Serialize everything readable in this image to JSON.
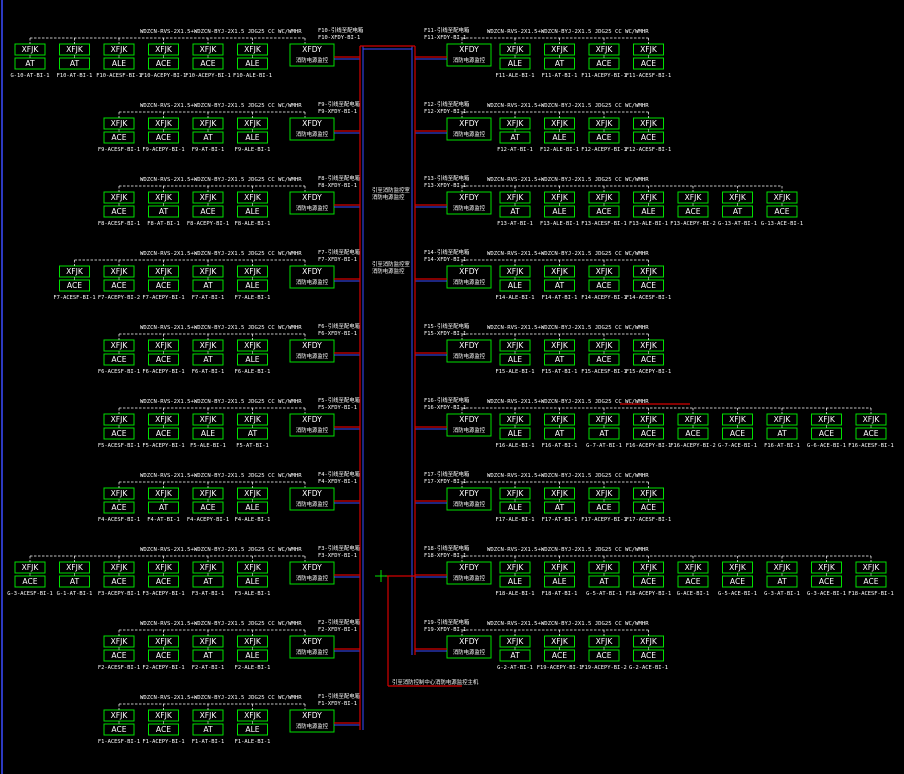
{
  "drawing": {
    "left_edge_color": "#3a4cff",
    "riser_color": "#d40000",
    "module_color": "#00e000",
    "module_top_label": "XFJK",
    "panel_label": "XFDY",
    "panel_sub": "消防电源监控",
    "riser_caption_1": "引至消防监控室",
    "riser_caption_2": "消防电源监控",
    "bottom_note": "引至消防控制中心消防电源监控主机",
    "left_rows": [
      {
        "cable": "WDZCN-RVS-2X1.5+WDZCN-BYJ-2X1.5 JDG25 CC WC/WMHR",
        "panel_tag": "F10-XFDY-BI-1",
        "panel_note": "F10-引线至配电箱",
        "modules": [
          "AT",
          "AT",
          "ALE",
          "ACE",
          "ACE",
          "ALE"
        ],
        "labels": [
          "G-10-AT-BI-1",
          "F10-AT-BI-1",
          "F10-ACESF-BI-1",
          "F10-ACEPY-BI-1",
          "F10-ACEPY-BI-1",
          "F10-ALE-BI-1"
        ]
      },
      {
        "cable": "WDZCN-RVS-2X1.5+WDZCN-BYJ-2X1.5 JDG25 CC WC/WMHR",
        "panel_tag": "F9-XFDY-BI-1",
        "panel_note": "F9-引线至配电箱",
        "modules": [
          "ACE",
          "ACE",
          "AT",
          "ALE"
        ],
        "labels": [
          "F9-ACESF-BI-1",
          "F9-ACEPY-BI-1",
          "F9-AT-BI-1",
          "F9-ALE-BI-1"
        ]
      },
      {
        "cable": "WDZCN-RVS-2X1.5+WDZCN-BYJ-2X1.5 JDG25 CC WC/WMHR",
        "panel_tag": "F8-XFDY-BI-1",
        "panel_note": "F8-引线至配电箱",
        "modules": [
          "ACE",
          "AT",
          "ACE",
          "ALE"
        ],
        "labels": [
          "F8-ACESF-BI-1",
          "F8-AT-BI-1",
          "F8-ACEPY-BI-1",
          "F8-ALE-BI-1"
        ]
      },
      {
        "cable": "WDZCN-RVS-2X1.5+WDZCN-BYJ-2X1.5 JDG25 CC WC/WMHR",
        "panel_tag": "F7-XFDY-BI-1",
        "panel_note": "F7-引线至配电箱",
        "modules": [
          "ACE",
          "ACE",
          "ACE",
          "AT",
          "ALE"
        ],
        "labels": [
          "F7-ACESF-BI-1",
          "F7-ACEPY-BI-2",
          "F7-ACEPY-BI-1",
          "F7-AT-BI-1",
          "F7-ALE-BI-1"
        ]
      },
      {
        "cable": "WDZCN-RVS-2X1.5+WDZCN-BYJ-2X1.5 JDG25 CC WC/WMHR",
        "panel_tag": "F6-XFDY-BI-1",
        "panel_note": "F6-引线至配电箱",
        "modules": [
          "ACE",
          "ACE",
          "AT",
          "ALE"
        ],
        "labels": [
          "F6-ACESF-BI-1",
          "F6-ACEPY-BI-1",
          "F6-AT-BI-1",
          "F6-ALE-BI-1"
        ]
      },
      {
        "cable": "WDZCN-RVS-2X1.5+WDZCN-BYJ-2X1.5 JDG25 CC WC/WMHR",
        "panel_tag": "F5-XFDY-BI-1",
        "panel_note": "F5-引线至配电箱",
        "modules": [
          "ACE",
          "ACE",
          "ALE",
          "AT"
        ],
        "labels": [
          "F5-ACESF-BI-1",
          "F5-ACEPY-BI-1",
          "F5-ALE-BI-1",
          "F5-AT-BI-1"
        ]
      },
      {
        "cable": "WDZCN-RVS-2X1.5+WDZCN-BYJ-2X1.5 JDG25 CC WC/WMHR",
        "panel_tag": "F4-XFDY-BI-1",
        "panel_note": "F4-引线至配电箱",
        "modules": [
          "ACE",
          "AT",
          "ACE",
          "ALE"
        ],
        "labels": [
          "F4-ACESF-BI-1",
          "F4-AT-BI-1",
          "F4-ACEPY-BI-1",
          "F4-ALE-BI-1"
        ]
      },
      {
        "cable": "WDZCN-RVS-2X1.5+WDZCN-BYJ-2X1.5 JDG25 CC WC/WMHR",
        "panel_tag": "F3-XFDY-BI-1",
        "panel_note": "F3-引线至配电箱",
        "modules": [
          "ACE",
          "AT",
          "ACE",
          "ACE",
          "AT",
          "ALE"
        ],
        "labels": [
          "G-3-ACESF-BI-1",
          "G-1-AT-BI-1",
          "F3-ACEPY-BI-1",
          "F3-ACEPY-BI-1",
          "F3-AT-BI-1",
          "F3-ALE-BI-1"
        ]
      },
      {
        "cable": "WDZCN-RVS-2X1.5+WDZCN-BYJ-2X1.5 JDG25 CC WC/WMHR",
        "panel_tag": "F2-XFDY-BI-1",
        "panel_note": "F2-引线至配电箱",
        "modules": [
          "ACE",
          "ACE",
          "AT",
          "ALE"
        ],
        "labels": [
          "F2-ACESF-BI-1",
          "F2-ACEPY-BI-1",
          "F2-AT-BI-1",
          "F2-ALE-BI-1"
        ]
      },
      {
        "cable": "WDZCN-RVS-2X1.5+WDZCN-BYJ-2X1.5 JDG25 CC WC/WMHR",
        "panel_tag": "F1-XFDY-BI-1",
        "panel_note": "F1-引线至配电箱",
        "modules": [
          "ACE",
          "ACE",
          "AT",
          "ALE"
        ],
        "labels": [
          "F1-ACESF-BI-1",
          "F1-ACEPY-BI-1",
          "F1-AT-BI-1",
          "F1-ALE-BI-1"
        ]
      }
    ],
    "right_rows": [
      {
        "cable": "WDZCN-RVS-2X1.5+WDZCN-BYJ-2X1.5 JDG25 CC WC/WMHR",
        "panel_tag": "F11-XFDY-BI-1",
        "panel_note": "F11-引线至配电箱",
        "modules": [
          "ALE",
          "AT",
          "ACE",
          "ACE"
        ],
        "labels": [
          "F11-ALE-BI-1",
          "F11-AT-BI-1",
          "F11-ACEPY-BI-1",
          "F11-ACESF-BI-1"
        ]
      },
      {
        "cable": "WDZCN-RVS-2X1.5+WDZCN-BYJ-2X1.5 JDG25 CC WC/WMHR",
        "panel_tag": "F12-XFDY-BI-1",
        "panel_note": "F12-引线至配电箱",
        "modules": [
          "AT",
          "ALE",
          "ACE",
          "ACE"
        ],
        "labels": [
          "F12-AT-BI-1",
          "F12-ALE-BI-1",
          "F12-ACEPY-BI-1",
          "F12-ACESF-BI-1"
        ]
      },
      {
        "cable": "WDZCN-RVS-2X1.5+WDZCN-BYJ-2X1.5 JDG25 CC WC/WMHR",
        "panel_tag": "F13-XFDY-BI-1",
        "panel_note": "F13-引线至配电箱",
        "modules": [
          "AT",
          "ALE",
          "ACE",
          "ALE",
          "ACE",
          "AT",
          "ACE"
        ],
        "labels": [
          "F13-AT-BI-1",
          "F13-ALE-BI-1",
          "F13-ACESF-BI-1",
          "F13-ALE-BI-1",
          "F13-ACEPY-BI-2",
          "G-13-AT-BI-1",
          "G-13-ACE-BI-1"
        ]
      },
      {
        "cable": "WDZCN-RVS-2X1.5+WDZCN-BYJ-2X1.5 JDG25 CC WC/WMHR",
        "panel_tag": "F14-XFDY-BI-1",
        "panel_note": "F14-引线至配电箱",
        "modules": [
          "ALE",
          "AT",
          "ACE",
          "ACE"
        ],
        "labels": [
          "F14-ALE-BI-1",
          "F14-AT-BI-1",
          "F14-ACEPY-BI-1",
          "F14-ACESF-BI-1"
        ]
      },
      {
        "cable": "WDZCN-RVS-2X1.5+WDZCN-BYJ-2X1.5 JDG25 CC WC/WMHR",
        "panel_tag": "F15-XFDY-BI-1",
        "panel_note": "F15-引线至配电箱",
        "modules": [
          "ALE",
          "AT",
          "ACE",
          "ACE"
        ],
        "labels": [
          "F15-ALE-BI-1",
          "F15-AT-BI-1",
          "F15-ACESF-BI-1",
          "F15-ACEPY-BI-1"
        ]
      },
      {
        "cable": "WDZCN-RVS-2X1.5+WDZCN-BYJ-2X1.5 JDG25 CC WC/WMHR",
        "panel_tag": "F16-XFDY-BI-1",
        "panel_note": "F16-引线至配电箱",
        "modules": [
          "ALE",
          "AT",
          "AT",
          "ACE",
          "ACE",
          "ACE",
          "AT",
          "ACE",
          "ACE"
        ],
        "labels": [
          "F16-ALE-BI-1",
          "F16-AT-BI-1",
          "G-7-AT-BI-1",
          "F16-ACEPY-BI-1",
          "F16-ACEPY-BI-2",
          "G-7-ACE-BI-1",
          "F16-AT-BI-1",
          "G-6-ACE-BI-1",
          "F16-ACESF-BI-1"
        ]
      },
      {
        "cable": "WDZCN-RVS-2X1.5+WDZCN-BYJ-2X1.5 JDG25 CC WC/WMHR",
        "panel_tag": "F17-XFDY-BI-1",
        "panel_note": "F17-引线至配电箱",
        "modules": [
          "ALE",
          "AT",
          "ACE",
          "ACE"
        ],
        "labels": [
          "F17-ALE-BI-1",
          "F17-AT-BI-1",
          "F17-ACEPY-BI-1",
          "F17-ACESF-BI-1"
        ]
      },
      {
        "cable": "WDZCN-RVS-2X1.5+WDZCN-BYJ-2X1.5 JDG25 CC WC/WMHR",
        "panel_tag": "F18-XFDY-BI-1",
        "panel_note": "F18-引线至配电箱",
        "modules": [
          "ALE",
          "ALE",
          "AT",
          "ACE",
          "ACE",
          "ACE",
          "AT",
          "ACE",
          "ACE"
        ],
        "labels": [
          "F18-ALE-BI-1",
          "F18-AT-BI-1",
          "G-5-AT-BI-1",
          "F18-ACEPY-BI-1",
          "G-ACE-BI-1",
          "G-5-ACE-BI-1",
          "G-3-AT-BI-1",
          "G-3-ACE-BI-1",
          "F18-ACESF-BI-1"
        ]
      },
      {
        "cable": "WDZCN-RVS-2X1.5+WDZCN-BYJ-2X1.5 JDG25 CC WC/WMHR",
        "panel_tag": "F19-XFDY-BI-1",
        "panel_note": "F19-引线至配电箱",
        "modules": [
          "AT",
          "ACE",
          "ACE",
          "ACE"
        ],
        "labels": [
          "G-2-AT-BI-1",
          "F19-ACEPY-BI-1",
          "F19-ACEPY-BI-2",
          "G-2-ACE-BI-1"
        ]
      }
    ]
  }
}
